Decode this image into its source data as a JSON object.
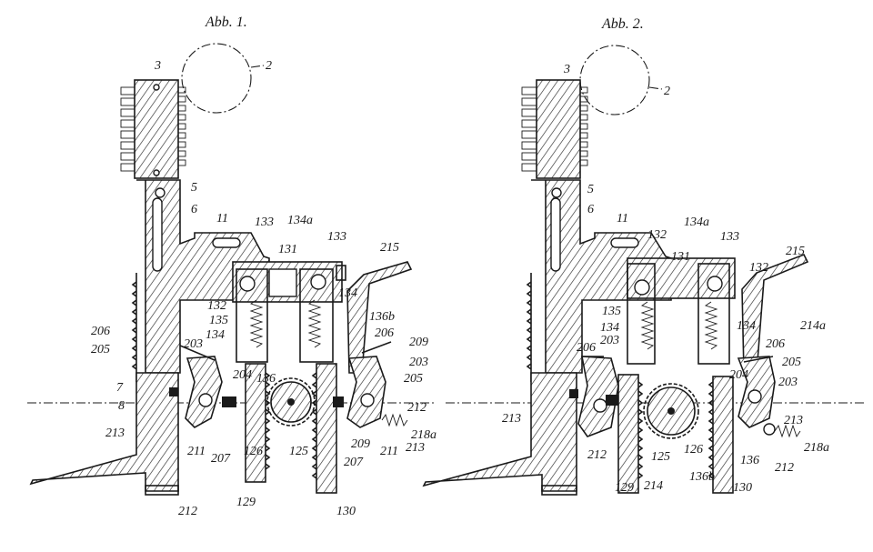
{
  "figures": [
    {
      "title": "Abb. 1.",
      "labels": [
        "2",
        "3",
        "5",
        "6",
        "11",
        "133",
        "134a",
        "131",
        "133",
        "215",
        "132",
        "135",
        "134",
        "134",
        "136b",
        "206",
        "206",
        "209",
        "205",
        "203",
        "203",
        "205",
        "204",
        "136",
        "7",
        "8",
        "213",
        "212",
        "218a",
        "211",
        "207",
        "126",
        "125",
        "209",
        "207",
        "211",
        "213",
        "212",
        "129",
        "130"
      ]
    },
    {
      "title": "Abb. 2.",
      "labels": [
        "2",
        "3",
        "5",
        "6",
        "11",
        "132",
        "134a",
        "133",
        "215",
        "131",
        "132",
        "135",
        "134",
        "134",
        "214a",
        "206",
        "203",
        "206",
        "205",
        "204",
        "203",
        "213",
        "213",
        "212",
        "125",
        "126",
        "136",
        "218a",
        "212",
        "129",
        "214",
        "136b",
        "130"
      ]
    }
  ]
}
